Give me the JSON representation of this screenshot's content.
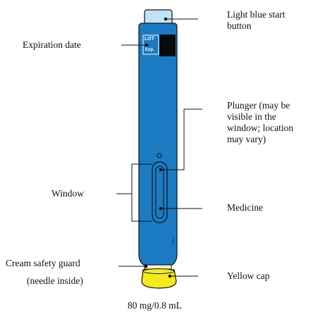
{
  "labels": {
    "start_button": [
      "Light blue start",
      "button"
    ],
    "expiration_date": "Expiration date",
    "plunger": [
      "Plunger (may be",
      "visible in the",
      "window; location",
      "may vary)"
    ],
    "window": "Window",
    "medicine": "Medicine",
    "safety_guard": [
      "Cream safety guard",
      "(needle inside)"
    ],
    "yellow_cap": "Yellow cap",
    "dose": "80 mg/0.8 mL"
  },
  "pen_marks": {
    "lot": "LOT",
    "exp": "Exp."
  },
  "colors": {
    "pen_body": "#1b7bc2",
    "start_button": "#bfe3f4",
    "cap": "#f5ea1c",
    "guard": "#f4f0d8",
    "outline": "#111111"
  }
}
